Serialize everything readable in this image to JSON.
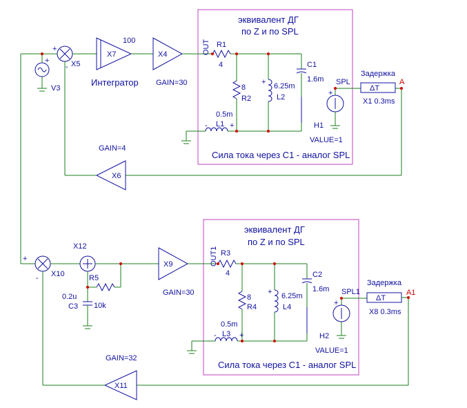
{
  "top": {
    "box_title1": "эквивалент ДГ",
    "box_title2": "по Z и по SPL",
    "x7_gain": "100",
    "x7_label": "X7",
    "integrator_label": "Интегратор",
    "x4_label": "X4",
    "x4_gain": "GAIN=30",
    "x5_label": "X5",
    "v3_label": "V3",
    "out_label": "OUT",
    "r1_label": "R1",
    "r1_value": "4",
    "r2_value": "8",
    "r2_label": "R2",
    "l2_value": "6.25m",
    "l2_label": "L2",
    "c1_label": "C1",
    "c1_value": "1.6m",
    "l1_value": "0.5m",
    "l1_label": "L1",
    "spl_label": "SPL",
    "h1_label": "H1",
    "h1_value": "VALUE=1",
    "current_label": "Сила тока через C1 - аналог SPL",
    "delay_title": "Задержка",
    "delay_symbol": "ΔT",
    "x1_label": "X1 0.3ms",
    "a_label": "A",
    "x6_gain": "GAIN=4",
    "x6_label": "X6"
  },
  "bottom": {
    "box_title1": "эквивалент ДГ",
    "box_title2": "по Z и по SPL",
    "x12_label": "X12",
    "x10_label": "X10",
    "x9_label": "X9",
    "x9_gain": "GAIN=30",
    "c3_value": "0.2u",
    "c3_label": "C3",
    "r5_label": "R5",
    "r5_value": "10k",
    "out_label": "OUT1",
    "r3_label": "R3",
    "r3_value": "4",
    "r4_value": "8",
    "r4_label": "R4",
    "l4_value": "6.25m",
    "l4_label": "L4",
    "c2_label": "C2",
    "c2_value": "1.6m",
    "l3_value": "0.5m",
    "l3_label": "L3",
    "spl_label": "SPL1",
    "h2_label": "H2",
    "h2_value": "VALUE=1",
    "current_label": "Сила тока через C1 - аналог SPL",
    "delay_title": "Задержка",
    "delay_symbol": "ΔT",
    "x8_label": "X8 0.3ms",
    "a_label": "A1",
    "x11_gain": "GAIN=32",
    "x11_label": "X11"
  },
  "signs": {
    "plus": "+",
    "minus": "-"
  }
}
